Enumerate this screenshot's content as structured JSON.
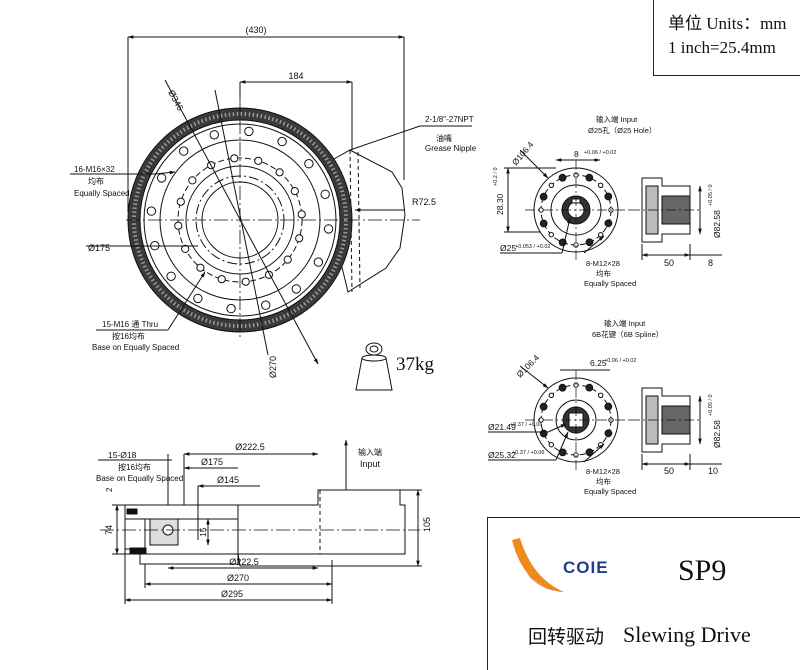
{
  "units": {
    "line1": "单位 Units：mm",
    "line2": "1 inch=25.4mm"
  },
  "title_block": {
    "brand": "COIE",
    "model": "SP9",
    "name_cn": "回转驱动",
    "name_en": "Slewing Drive"
  },
  "weight": "37kg",
  "front_view": {
    "dim_overall": "(430)",
    "dim_offset": "184",
    "dia_outer": "Ø346",
    "dia_pitch": "Ø270",
    "dia_bore": "Ø175",
    "radius_housing": "R72.5",
    "grease": [
      "2-1/8\"-27NPT",
      "油嘴",
      "Grease Nipple"
    ],
    "holes_top": [
      "16-M16×32",
      "均布",
      "Equally Spaced"
    ],
    "holes_bottom": [
      "15-M16 通 Thru",
      "按16均布",
      "Base on Equally Spaced"
    ]
  },
  "input_hole_view": {
    "header": [
      "输入端  Input",
      "Ø25孔（Ø25 Hole）"
    ],
    "dia_flange": "Ø106.4",
    "keyway_width": "8",
    "keyway_width_tol": "+0.06 / +0.02",
    "keyway_depth": "28.30",
    "keyway_depth_tol": "+0.2 / 0",
    "bore": "Ø25",
    "bore_tol": "+0.053 / +0.02",
    "bolts": [
      "8-M12×28",
      "均布",
      "Equally Spaced"
    ],
    "section_dia": "Ø82.58",
    "section_dia_tol": "+0.05 / 0",
    "section_len": "50",
    "section_step": "8"
  },
  "input_spline_view": {
    "header": [
      "输入端  Input",
      "6B花键（6B Spline）"
    ],
    "dia_flange": "Ø106.4",
    "spline_width": "6.25",
    "spline_width_tol": "+0.06 / +0.02",
    "spline_minor": "Ø21.49",
    "spline_minor_tol": "+0.37 / +0.06",
    "spline_major": "Ø25.32",
    "spline_major_tol": "+0.37 / +0.06",
    "bolts": [
      "8-M12×28",
      "均布",
      "Equally Spaced"
    ],
    "section_dia": "Ø82.58",
    "section_dia_tol": "+0.05 / 0",
    "section_len": "50",
    "section_step": "10"
  },
  "side_view": {
    "holes": [
      "15-Ø18",
      "按16均布",
      "Base on Equally Spaced"
    ],
    "input_label": [
      "输入端",
      "Input"
    ],
    "dia_top1": "Ø222.5",
    "dia_top2": "Ø175",
    "dia_top3": "Ø145",
    "dia_bot1": "Ø222.5",
    "dia_bot2": "Ø270",
    "dia_bot3": "Ø295",
    "height_total": "74",
    "height_small": "2",
    "height_15": "15",
    "height_right": "105"
  }
}
